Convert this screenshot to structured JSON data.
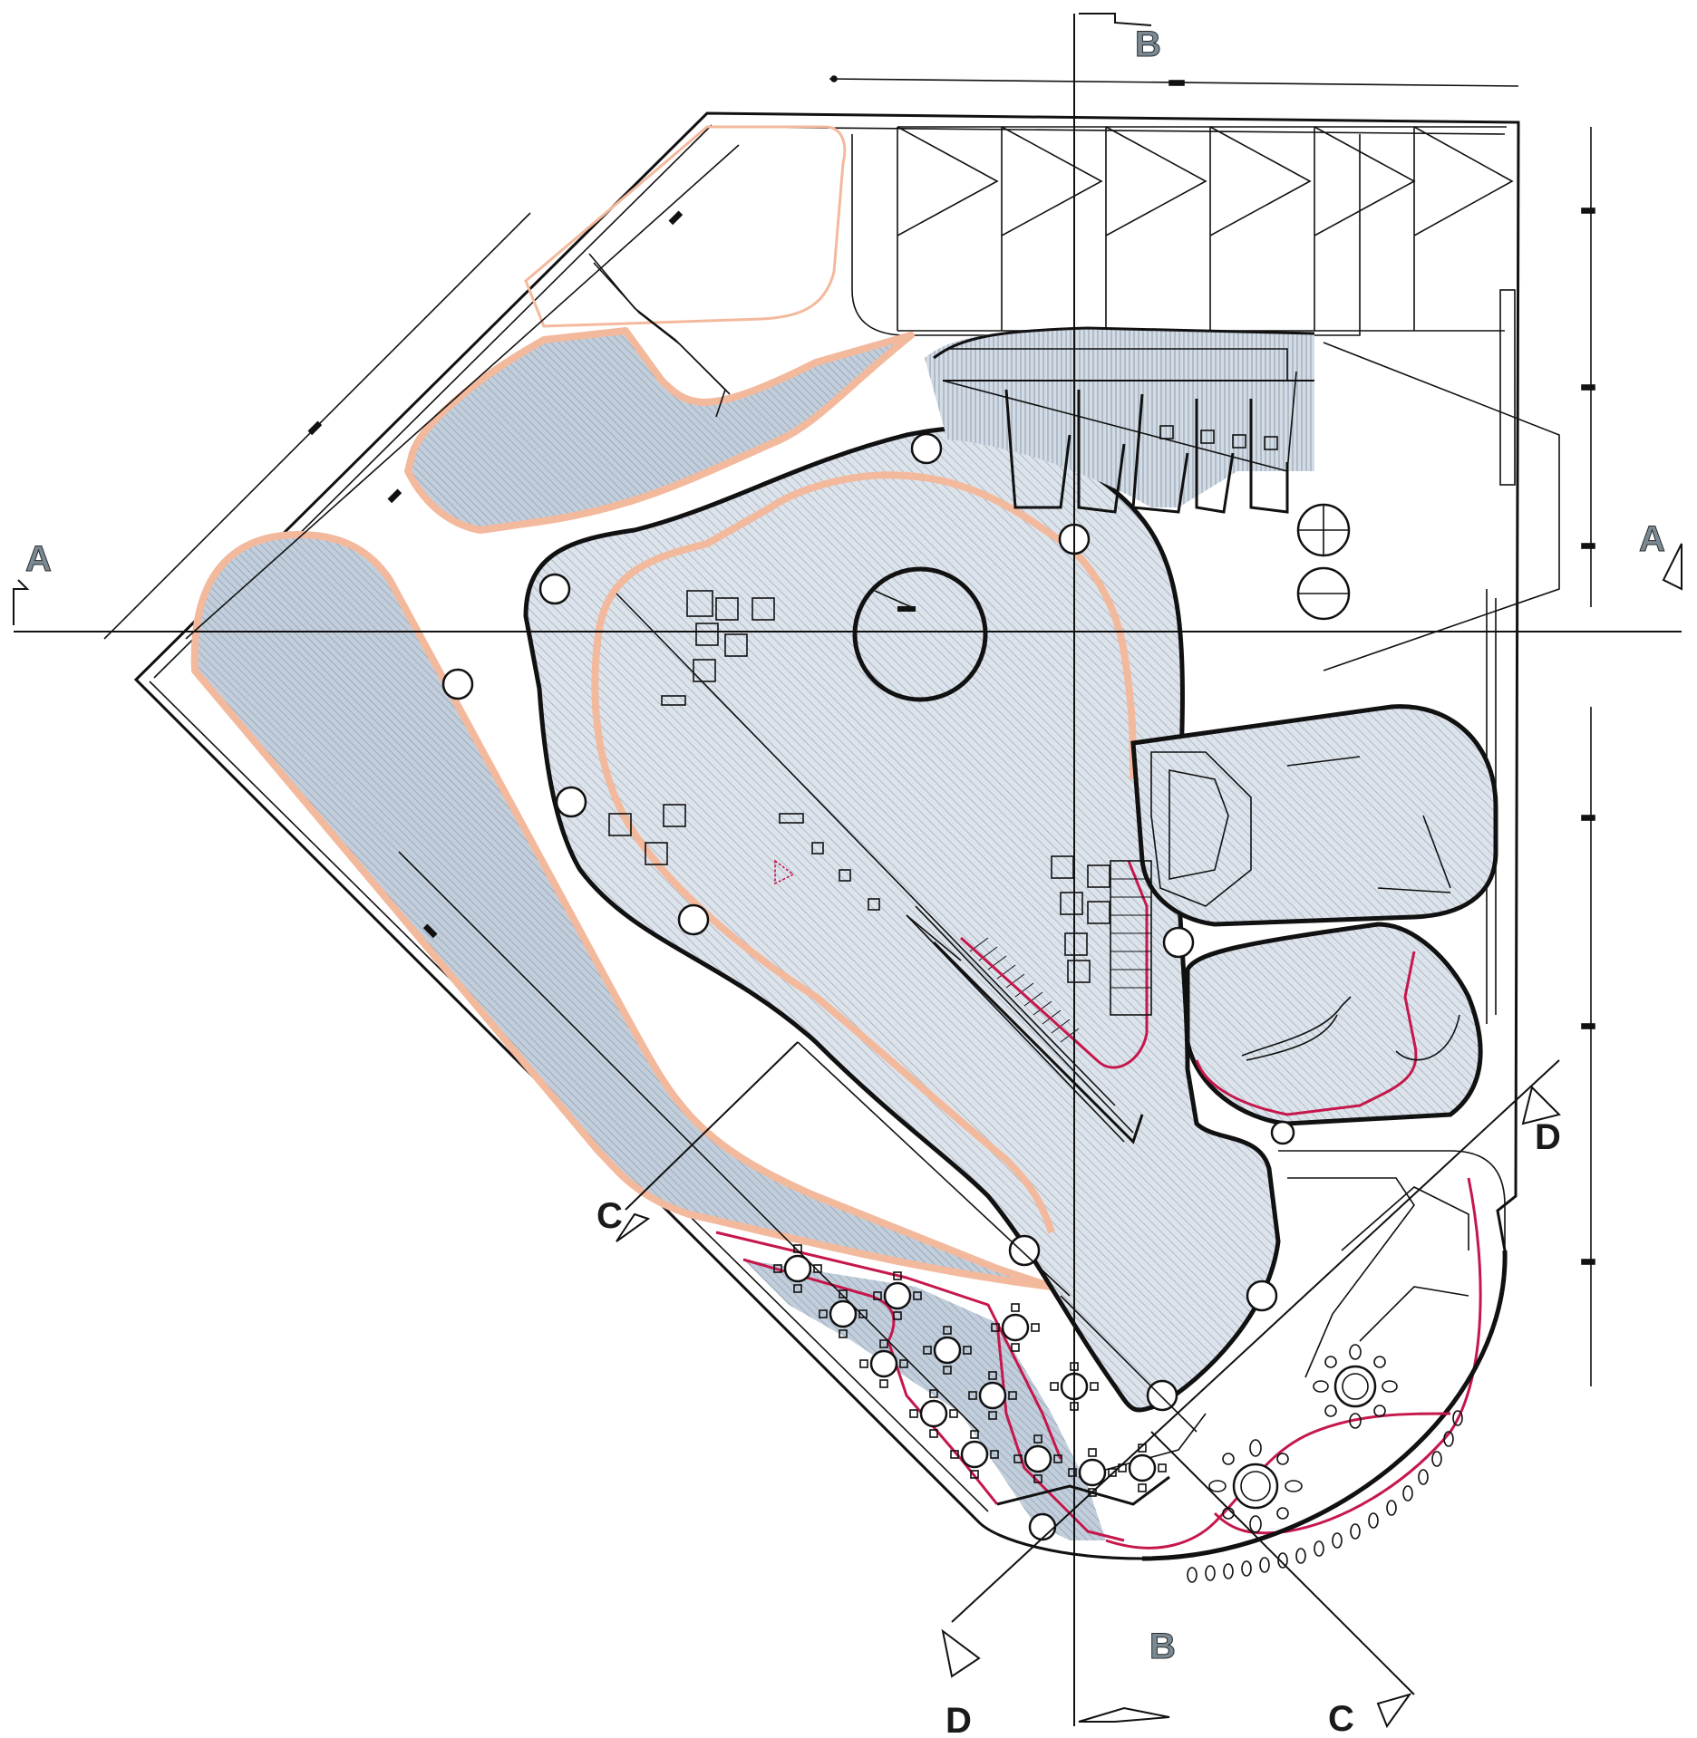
{
  "section_labels": {
    "a_left": "A",
    "a_right": "A",
    "b_top": "B",
    "b_bottom": "B",
    "c_left": "C",
    "c_right": "C",
    "d_right": "D",
    "d_bottom": "D"
  },
  "colors": {
    "outline": "#111111",
    "hatch_fill": "#c7d2de",
    "salmon_path": "#f3b99d",
    "red_path": "#c5174b",
    "label_grey": "#7a8a94"
  }
}
